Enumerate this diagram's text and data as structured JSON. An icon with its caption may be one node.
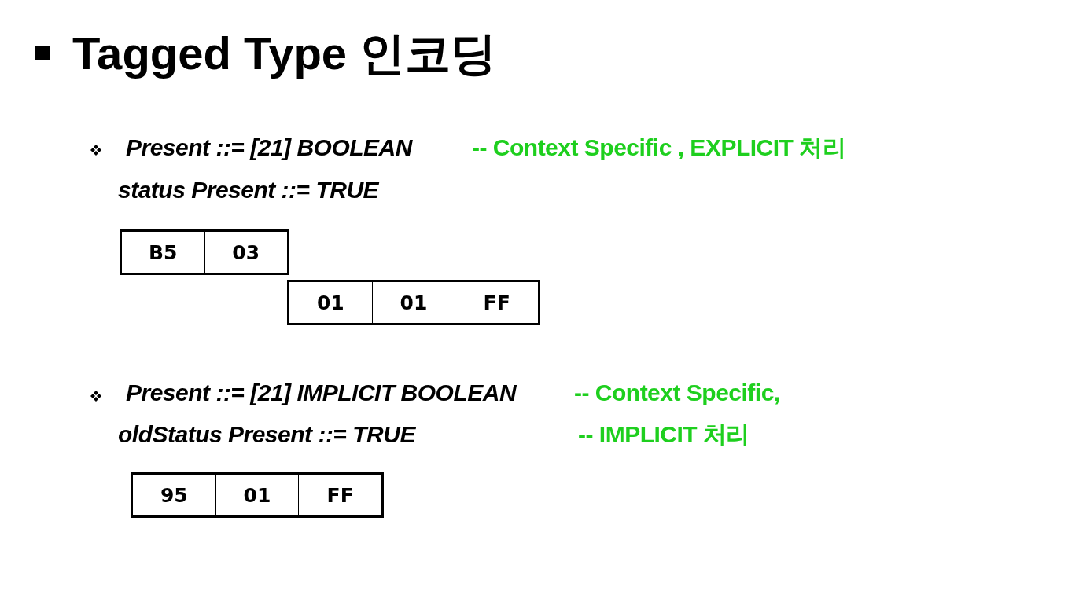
{
  "diagram": {
    "title": "Tagged Type 인코딩",
    "nodes": [
      {
        "text": [],
        "shape": "box"
      },
      {
        "text": [
          "B5"
        ],
        "in": 0
      },
      {
        "text": [
          "03"
        ],
        "in": 0
      },
      {
        "text": [],
        "shape": "box"
      },
      {
        "text": [
          "01"
        ],
        "in": 3
      },
      {
        "text": [
          "01"
        ],
        "in": 3
      },
      {
        "text": [
          "FF"
        ],
        "in": 3
      },
      {
        "text": [],
        "shape": "box"
      },
      {
        "text": [
          "95"
        ],
        "in": 7
      },
      {
        "text": [
          "01"
        ],
        "in": 7
      },
      {
        "text": [
          "FF"
        ],
        "in": 7
      }
    ],
    "labels": [
      "Present ::= [21] BOOLEAN",
      "-- Context Specific , EXPLICIT 처리",
      "status Present ::= TRUE",
      "Present ::= [21] IMPLICIT BOOLEAN",
      "-- Context Specific,",
      "oldStatus Present ::= TRUE",
      "-- IMPLICIT 처리"
    ]
  }
}
